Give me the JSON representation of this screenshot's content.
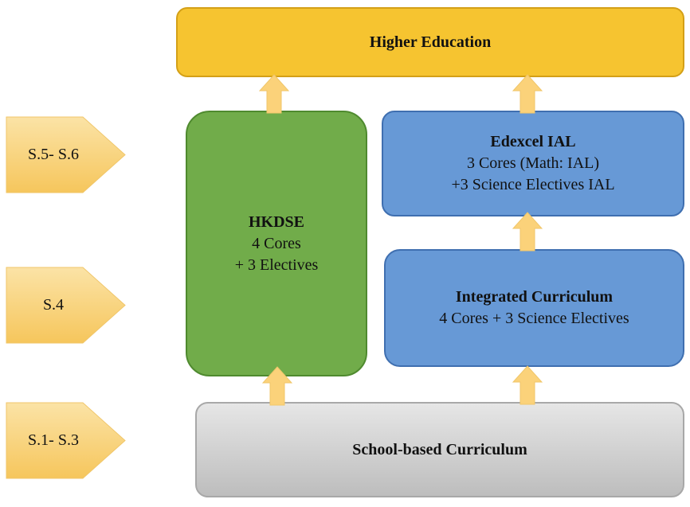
{
  "diagram": {
    "higher_education": {
      "title": "Higher Education"
    },
    "hkdse": {
      "title": "HKDSE",
      "line1": "4 Cores",
      "line2": "+ 3 Electives"
    },
    "edexcel_ial": {
      "title": "Edexcel IAL",
      "line1": "3 Cores (Math: IAL)",
      "line2": "+3 Science Electives IAL"
    },
    "integrated_curriculum": {
      "title": "Integrated Curriculum",
      "line1": "4 Cores + 3 Science Electives"
    },
    "school_based": {
      "title": "School-based Curriculum"
    },
    "stages": [
      {
        "label": "S.5- S.6"
      },
      {
        "label": "S.4"
      },
      {
        "label": "S.1- S.3"
      }
    ]
  },
  "colors": {
    "higher_education": "#F6C430",
    "hkdse": "#71AC4A",
    "edexcel": "#6799D6",
    "integrated": "#6799D6",
    "school_based": "#D3D3D3",
    "stage_arrow": "#F9D57F",
    "up_arrow": "#FBD27A"
  }
}
